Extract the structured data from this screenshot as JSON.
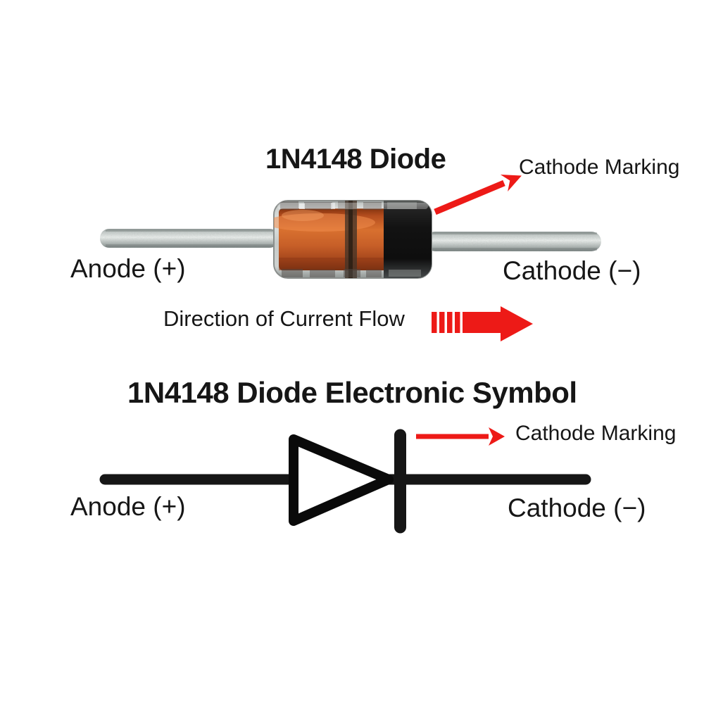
{
  "colors": {
    "arrow_red": "#ed1a17",
    "ink": "#161616",
    "diode_body_orange": "#c65c28",
    "diode_cathode_band": "#141414",
    "lead_silver": "#c6cbc9",
    "glass_gray": "#ccd0ce"
  },
  "photo_section": {
    "title": "1N4148 Diode",
    "cathode_marking_label": "Cathode Marking",
    "anode_label": "Anode (+)",
    "cathode_label": "Cathode (−)",
    "current_flow_label": "Direction of Current Flow"
  },
  "symbol_section": {
    "title": "1N4148 Diode Electronic Symbol",
    "cathode_marking_label": "Cathode Marking",
    "anode_label": "Anode (+)",
    "cathode_label": "Cathode (−)"
  }
}
